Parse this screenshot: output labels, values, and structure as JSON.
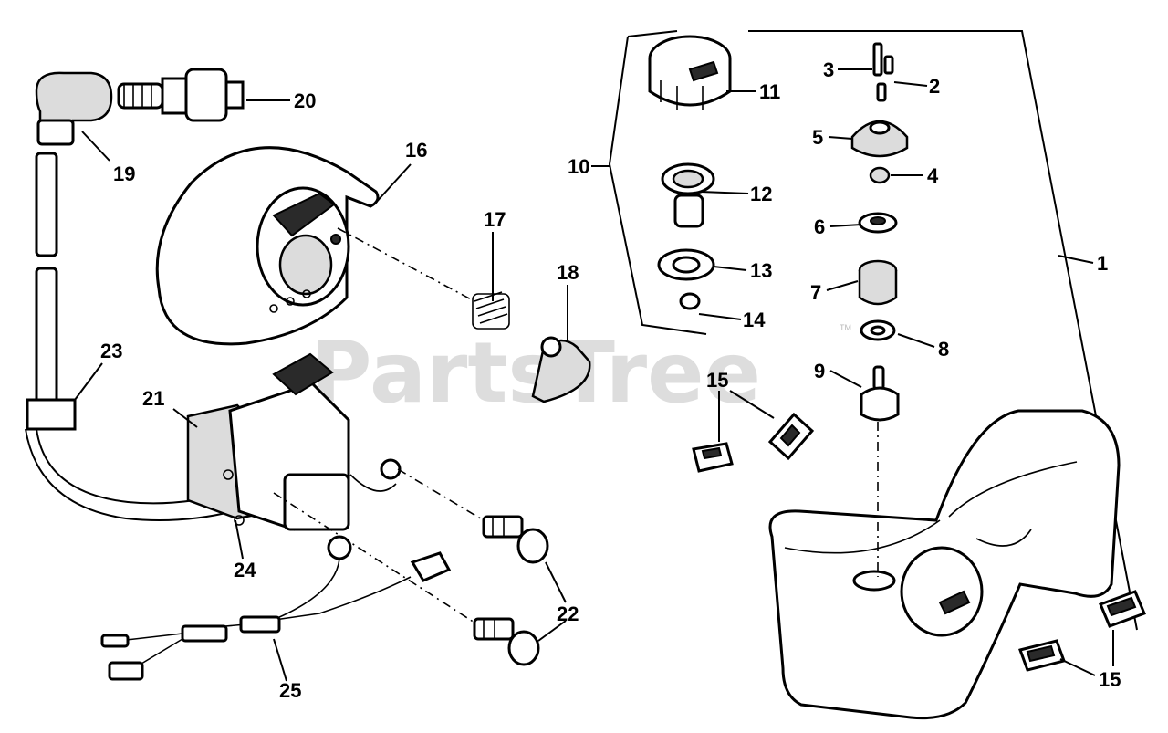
{
  "watermark": {
    "text": "PartsTree",
    "trademark": "TM"
  },
  "callouts": {
    "c1": "1",
    "c2": "2",
    "c3": "3",
    "c4": "4",
    "c5": "5",
    "c6": "6",
    "c7": "7",
    "c8": "8",
    "c9": "9",
    "c10": "10",
    "c11": "11",
    "c12": "12",
    "c13": "13",
    "c14": "14",
    "c15a": "15",
    "c15b": "15",
    "c16": "16",
    "c17": "17",
    "c18": "18",
    "c19": "19",
    "c20": "20",
    "c21": "21",
    "c22": "22",
    "c23": "23",
    "c24": "24",
    "c25": "25"
  }
}
